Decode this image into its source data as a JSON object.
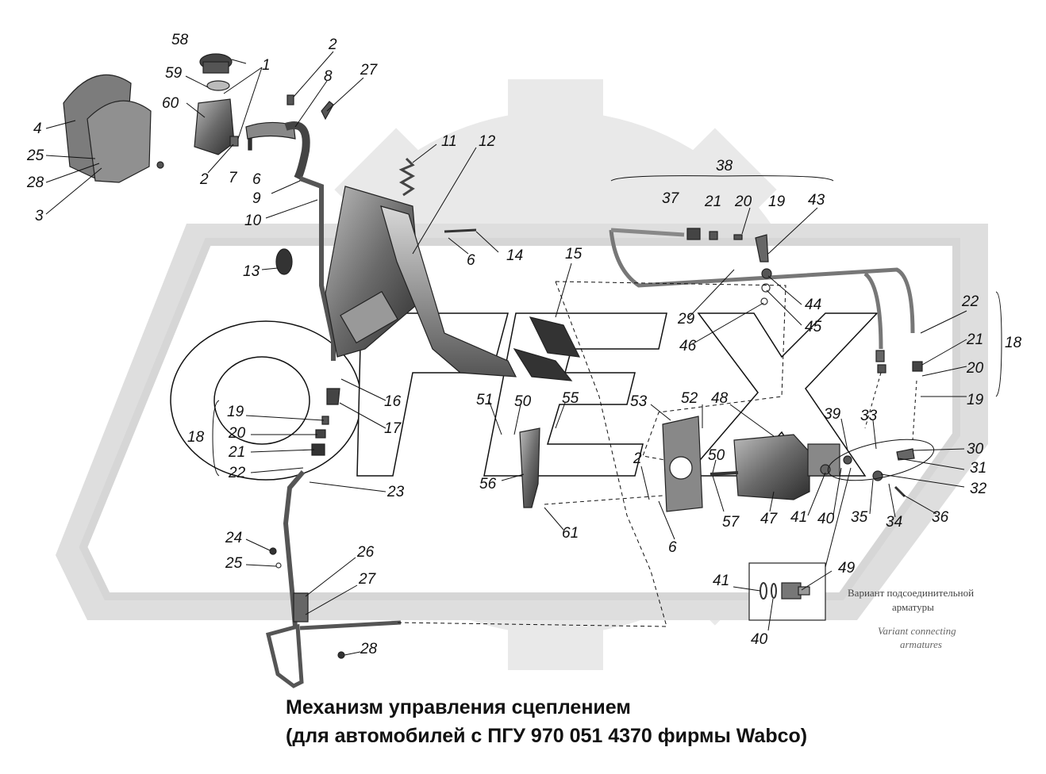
{
  "caption": {
    "line1": "Механизм управления сцеплением",
    "line2": "(для автомобилей с ПГУ 970 051 4370 фирмы Wabco)"
  },
  "variant_note": {
    "ru_line1": "Вариант подсоединительной",
    "ru_line2": "арматуры",
    "en_line1": "Variant connecting",
    "en_line2": "armatures"
  },
  "callouts": [
    {
      "id": "c58",
      "text": "58"
    },
    {
      "id": "c1",
      "text": "1"
    },
    {
      "id": "c2a",
      "text": "2"
    },
    {
      "id": "c8",
      "text": "8"
    },
    {
      "id": "c27a",
      "text": "27"
    },
    {
      "id": "c59",
      "text": "59"
    },
    {
      "id": "c60",
      "text": "60"
    },
    {
      "id": "c4",
      "text": "4"
    },
    {
      "id": "c25a",
      "text": "25"
    },
    {
      "id": "c28a",
      "text": "28"
    },
    {
      "id": "c3",
      "text": "3"
    },
    {
      "id": "c2b",
      "text": "2"
    },
    {
      "id": "c7",
      "text": "7"
    },
    {
      "id": "c6a",
      "text": "6"
    },
    {
      "id": "c9",
      "text": "9"
    },
    {
      "id": "c10",
      "text": "10"
    },
    {
      "id": "c11",
      "text": "11"
    },
    {
      "id": "c12",
      "text": "12"
    },
    {
      "id": "c38",
      "text": "38"
    },
    {
      "id": "c37",
      "text": "37"
    },
    {
      "id": "c21a",
      "text": "21"
    },
    {
      "id": "c20a",
      "text": "20"
    },
    {
      "id": "c19a",
      "text": "19"
    },
    {
      "id": "c43",
      "text": "43"
    },
    {
      "id": "c6b",
      "text": "6"
    },
    {
      "id": "c14",
      "text": "14"
    },
    {
      "id": "c13",
      "text": "13"
    },
    {
      "id": "c15",
      "text": "15"
    },
    {
      "id": "c29",
      "text": "29"
    },
    {
      "id": "c44",
      "text": "44"
    },
    {
      "id": "c45",
      "text": "45"
    },
    {
      "id": "c46",
      "text": "46"
    },
    {
      "id": "c22a",
      "text": "22"
    },
    {
      "id": "c21b",
      "text": "21"
    },
    {
      "id": "c18a",
      "text": "18"
    },
    {
      "id": "c20b",
      "text": "20"
    },
    {
      "id": "c19b",
      "text": "19"
    },
    {
      "id": "c16",
      "text": "16"
    },
    {
      "id": "c17",
      "text": "17"
    },
    {
      "id": "c19c",
      "text": "19"
    },
    {
      "id": "c20c",
      "text": "20"
    },
    {
      "id": "c18b",
      "text": "18"
    },
    {
      "id": "c21c",
      "text": "21"
    },
    {
      "id": "c22b",
      "text": "22"
    },
    {
      "id": "c51",
      "text": "51"
    },
    {
      "id": "c50a",
      "text": "50"
    },
    {
      "id": "c55",
      "text": "55"
    },
    {
      "id": "c53",
      "text": "53"
    },
    {
      "id": "c52",
      "text": "52"
    },
    {
      "id": "c48",
      "text": "48"
    },
    {
      "id": "c39",
      "text": "39"
    },
    {
      "id": "c33",
      "text": "33"
    },
    {
      "id": "c30",
      "text": "30"
    },
    {
      "id": "c31",
      "text": "31"
    },
    {
      "id": "c32",
      "text": "32"
    },
    {
      "id": "c23",
      "text": "23"
    },
    {
      "id": "c56",
      "text": "56"
    },
    {
      "id": "c2c",
      "text": "2"
    },
    {
      "id": "c50b",
      "text": "50"
    },
    {
      "id": "c57",
      "text": "57"
    },
    {
      "id": "c47",
      "text": "47"
    },
    {
      "id": "c41a",
      "text": "41"
    },
    {
      "id": "c40a",
      "text": "40"
    },
    {
      "id": "c35",
      "text": "35"
    },
    {
      "id": "c34",
      "text": "34"
    },
    {
      "id": "c36",
      "text": "36"
    },
    {
      "id": "c61",
      "text": "61"
    },
    {
      "id": "c6c",
      "text": "6"
    },
    {
      "id": "c24",
      "text": "24"
    },
    {
      "id": "c25b",
      "text": "25"
    },
    {
      "id": "c26",
      "text": "26"
    },
    {
      "id": "c27b",
      "text": "27"
    },
    {
      "id": "c49",
      "text": "49"
    },
    {
      "id": "c41b",
      "text": "41"
    },
    {
      "id": "c40b",
      "text": "40"
    },
    {
      "id": "c28b",
      "text": "28"
    }
  ],
  "colors": {
    "watermark": "#e6e6e6",
    "watermark_light": "#f0f0f0",
    "part_dark": "#3a3a3a",
    "part_mid": "#8c8c8c",
    "line": "#111111"
  }
}
